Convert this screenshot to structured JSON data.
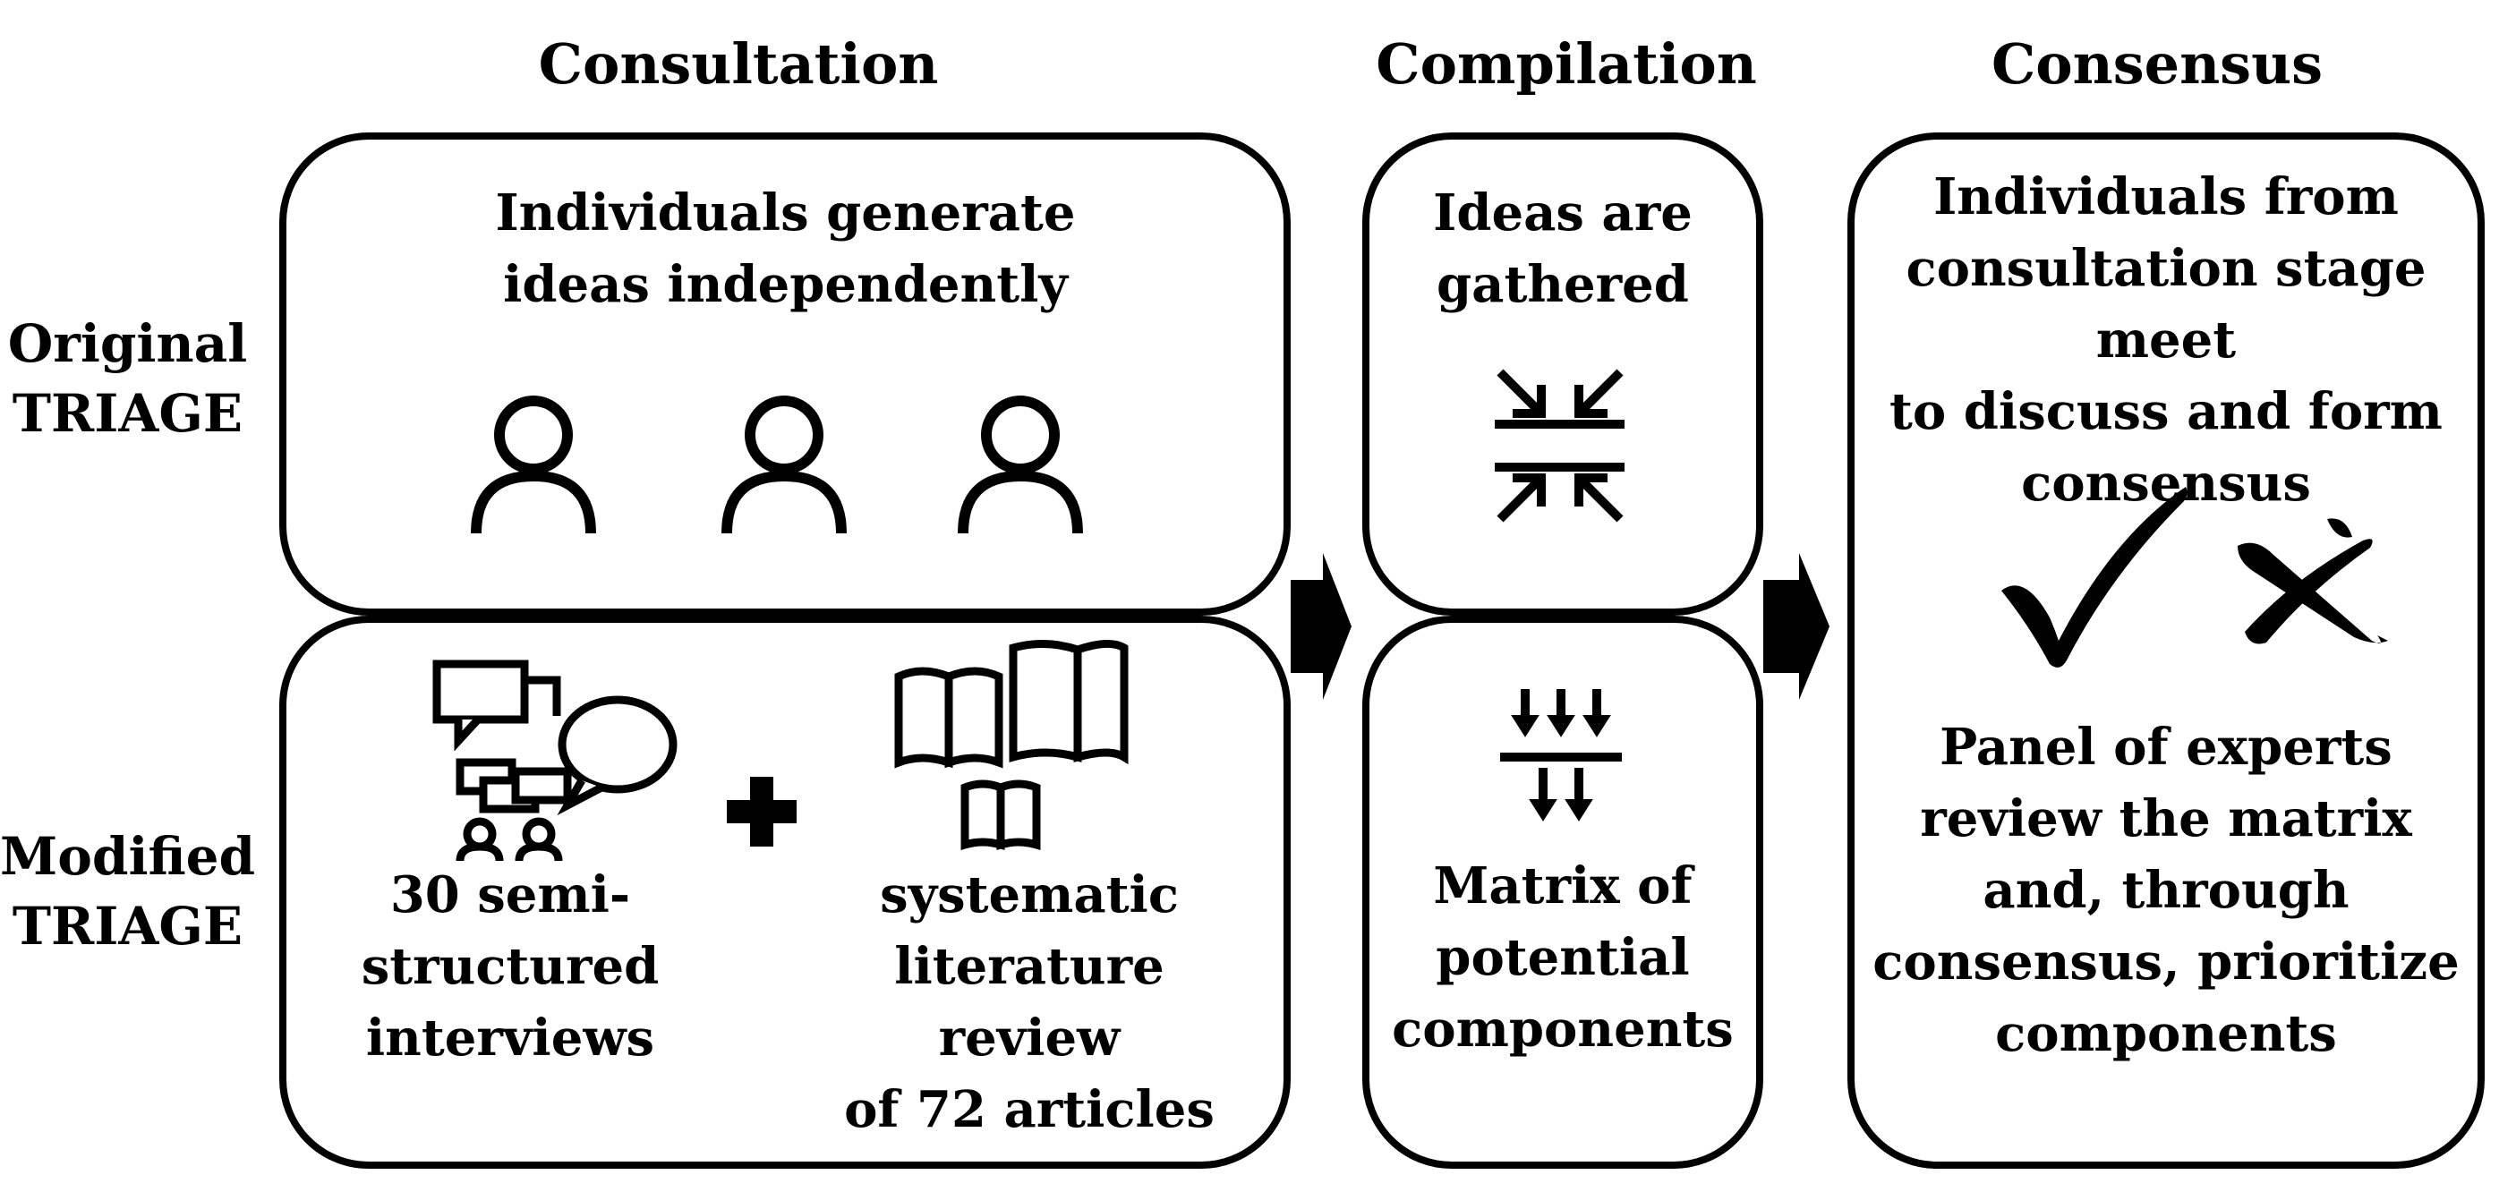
{
  "headers": {
    "consultation": "Consultation",
    "compilation": "Compilation",
    "consensus": "Consensus"
  },
  "row_labels": {
    "original": [
      "Original",
      "TRIAGE"
    ],
    "modified": [
      "Modified",
      "TRIAGE"
    ]
  },
  "boxes": {
    "original_consultation": [
      "Individuals generate",
      "ideas independently"
    ],
    "original_compilation": [
      "Ideas are",
      "gathered"
    ],
    "consensus": [
      "Individuals from",
      "consultation stage meet",
      "to discuss and form",
      "consensus"
    ],
    "modified_interviews": [
      "30 semi-",
      "structured",
      "interviews"
    ],
    "modified_review": [
      "systematic",
      "literature review",
      "of 72 articles"
    ],
    "modified_compilation": [
      "Matrix of",
      "potential",
      "components"
    ],
    "modified_consensus": [
      "Panel of experts",
      "review the matrix",
      "and, through",
      "consensus, prioritize",
      "components"
    ]
  },
  "icons": [
    "person-icon",
    "gather-arrows-icon",
    "check-icon",
    "cross-icon",
    "chat-bubbles-icon",
    "plus-icon",
    "books-icon",
    "merge-arrows-icon",
    "flow-arrow-icon"
  ]
}
